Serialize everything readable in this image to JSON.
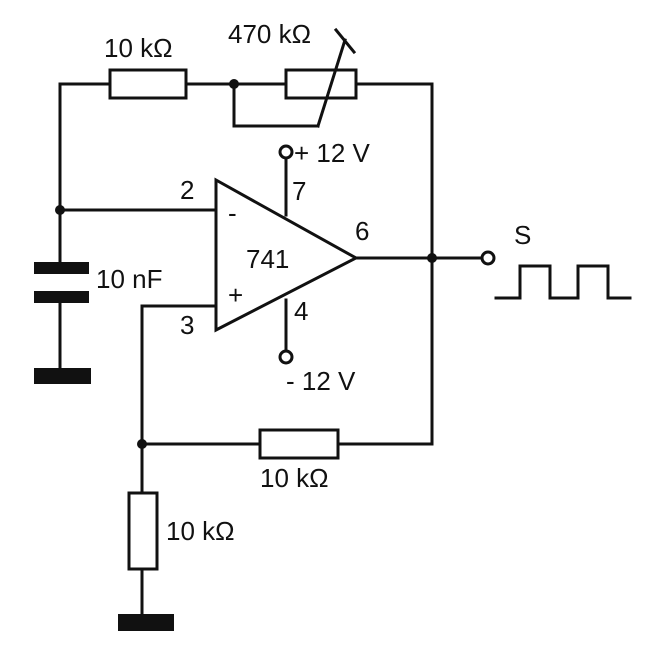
{
  "opamp": {
    "part": "741",
    "pin_inverting": "2",
    "pin_noninverting": "3",
    "pin_output": "6",
    "pin_vplus": "7",
    "pin_vminus": "4",
    "sign_minus": "-",
    "sign_plus": "+"
  },
  "supply": {
    "positive": "+ 12 V",
    "negative": "- 12 V"
  },
  "components": {
    "r_top": "10 kΩ",
    "r_pot": "470 kΩ",
    "capacitor": "10 nF",
    "r_feedback": "10 kΩ",
    "r_ground": "10 kΩ"
  },
  "output": {
    "label": "S"
  }
}
